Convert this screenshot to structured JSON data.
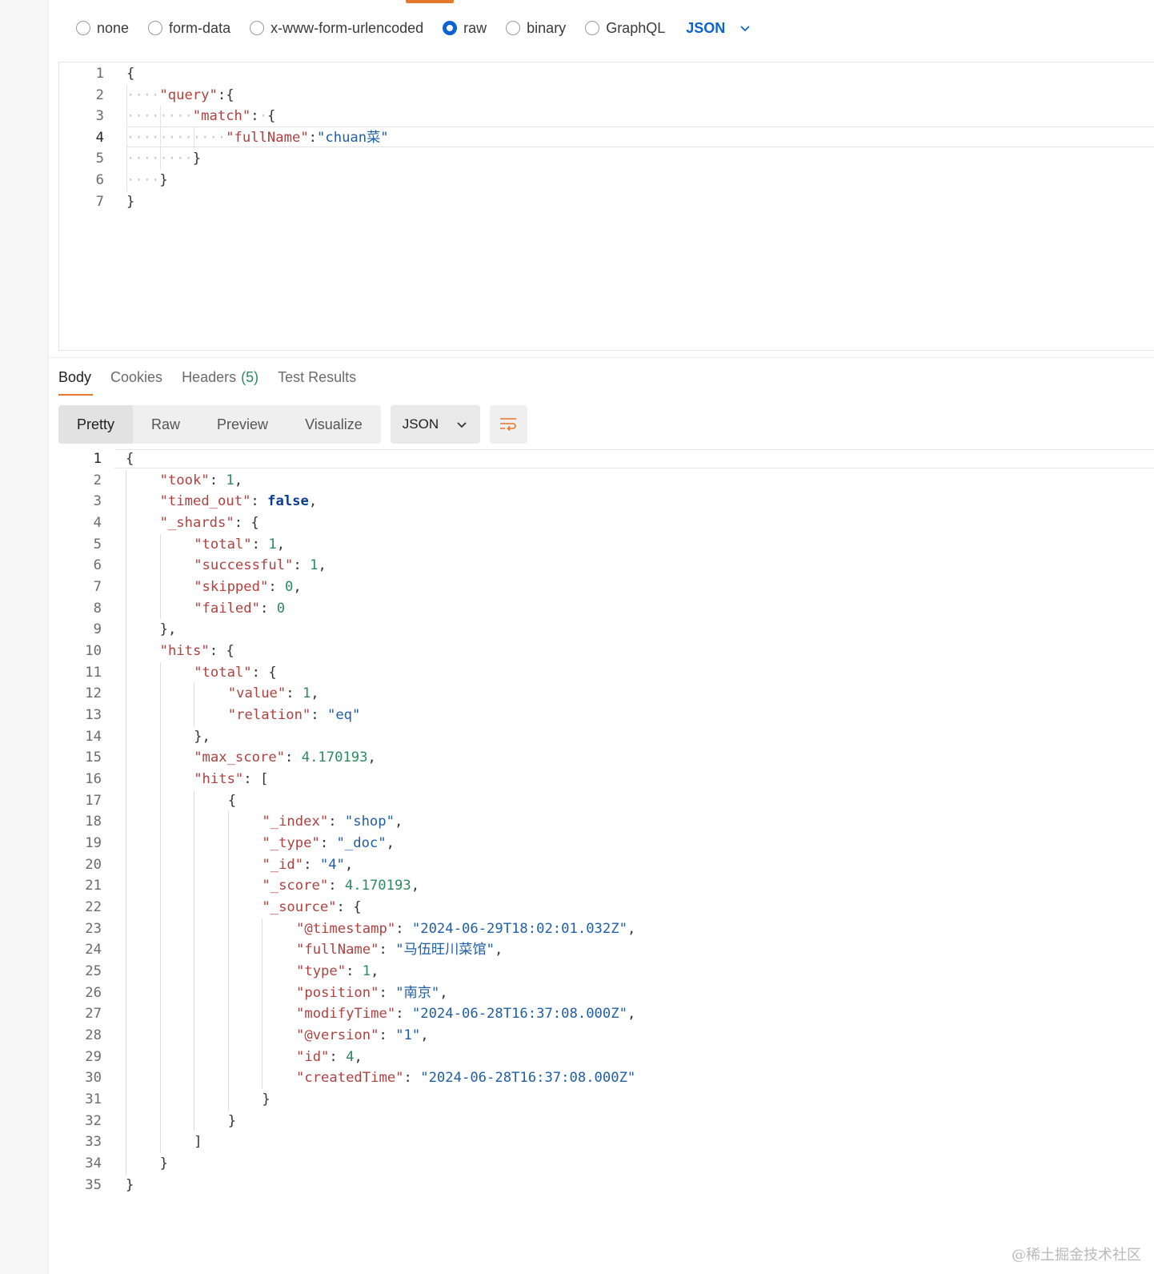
{
  "request_body": {
    "types": [
      {
        "label": "none",
        "selected": false
      },
      {
        "label": "form-data",
        "selected": false
      },
      {
        "label": "x-www-form-urlencoded",
        "selected": false
      },
      {
        "label": "raw",
        "selected": true
      },
      {
        "label": "binary",
        "selected": false
      },
      {
        "label": "GraphQL",
        "selected": false
      }
    ],
    "language": "JSON",
    "lines": [
      {
        "num": "1",
        "tokens": [
          {
            "t": "{",
            "c": "p"
          }
        ]
      },
      {
        "num": "2",
        "tokens": [
          {
            "t": "····",
            "c": "dots"
          },
          {
            "t": "\"query\"",
            "c": "k"
          },
          {
            "t": ":{",
            "c": "p"
          }
        ]
      },
      {
        "num": "3",
        "tokens": [
          {
            "t": "········",
            "c": "dots"
          },
          {
            "t": "\"match\"",
            "c": "k"
          },
          {
            "t": ":",
            "c": "p"
          },
          {
            "t": "·",
            "c": "dots"
          },
          {
            "t": "{",
            "c": "p"
          }
        ]
      },
      {
        "num": "4",
        "tokens": [
          {
            "t": "············",
            "c": "dots"
          },
          {
            "t": "\"fullName\"",
            "c": "k"
          },
          {
            "t": ":",
            "c": "p"
          },
          {
            "t": "\"chuan菜\"",
            "c": "s"
          }
        ]
      },
      {
        "num": "5",
        "tokens": [
          {
            "t": "········",
            "c": "dots"
          },
          {
            "t": "}",
            "c": "p"
          }
        ]
      },
      {
        "num": "6",
        "tokens": [
          {
            "t": "····",
            "c": "dots"
          },
          {
            "t": "}",
            "c": "p"
          }
        ]
      },
      {
        "num": "7",
        "tokens": [
          {
            "t": "}",
            "c": "p"
          }
        ]
      }
    ]
  },
  "response": {
    "tabs": [
      {
        "label": "Body",
        "count": "",
        "active": true
      },
      {
        "label": "Cookies",
        "count": "",
        "active": false
      },
      {
        "label": "Headers",
        "count": "(5)",
        "active": false
      },
      {
        "label": "Test Results",
        "count": "",
        "active": false
      }
    ],
    "views": [
      "Pretty",
      "Raw",
      "Preview",
      "Visualize"
    ],
    "format": "JSON",
    "lines": [
      {
        "num": "1",
        "indent": 0,
        "tokens": [
          {
            "t": "{",
            "c": "p"
          }
        ]
      },
      {
        "num": "2",
        "indent": 1,
        "tokens": [
          {
            "t": "\"took\"",
            "c": "k"
          },
          {
            "t": ": ",
            "c": "p"
          },
          {
            "t": "1",
            "c": "n"
          },
          {
            "t": ",",
            "c": "p"
          }
        ]
      },
      {
        "num": "3",
        "indent": 1,
        "tokens": [
          {
            "t": "\"timed_out\"",
            "c": "k"
          },
          {
            "t": ": ",
            "c": "p"
          },
          {
            "t": "false",
            "c": "b"
          },
          {
            "t": ",",
            "c": "p"
          }
        ]
      },
      {
        "num": "4",
        "indent": 1,
        "tokens": [
          {
            "t": "\"_shards\"",
            "c": "k"
          },
          {
            "t": ": {",
            "c": "p"
          }
        ]
      },
      {
        "num": "5",
        "indent": 2,
        "tokens": [
          {
            "t": "\"total\"",
            "c": "k"
          },
          {
            "t": ": ",
            "c": "p"
          },
          {
            "t": "1",
            "c": "n"
          },
          {
            "t": ",",
            "c": "p"
          }
        ]
      },
      {
        "num": "6",
        "indent": 2,
        "tokens": [
          {
            "t": "\"successful\"",
            "c": "k"
          },
          {
            "t": ": ",
            "c": "p"
          },
          {
            "t": "1",
            "c": "n"
          },
          {
            "t": ",",
            "c": "p"
          }
        ]
      },
      {
        "num": "7",
        "indent": 2,
        "tokens": [
          {
            "t": "\"skipped\"",
            "c": "k"
          },
          {
            "t": ": ",
            "c": "p"
          },
          {
            "t": "0",
            "c": "n"
          },
          {
            "t": ",",
            "c": "p"
          }
        ]
      },
      {
        "num": "8",
        "indent": 2,
        "tokens": [
          {
            "t": "\"failed\"",
            "c": "k"
          },
          {
            "t": ": ",
            "c": "p"
          },
          {
            "t": "0",
            "c": "n"
          }
        ]
      },
      {
        "num": "9",
        "indent": 1,
        "tokens": [
          {
            "t": "},",
            "c": "p"
          }
        ]
      },
      {
        "num": "10",
        "indent": 1,
        "tokens": [
          {
            "t": "\"hits\"",
            "c": "k"
          },
          {
            "t": ": {",
            "c": "p"
          }
        ]
      },
      {
        "num": "11",
        "indent": 2,
        "tokens": [
          {
            "t": "\"total\"",
            "c": "k"
          },
          {
            "t": ": {",
            "c": "p"
          }
        ]
      },
      {
        "num": "12",
        "indent": 3,
        "tokens": [
          {
            "t": "\"value\"",
            "c": "k"
          },
          {
            "t": ": ",
            "c": "p"
          },
          {
            "t": "1",
            "c": "n"
          },
          {
            "t": ",",
            "c": "p"
          }
        ]
      },
      {
        "num": "13",
        "indent": 3,
        "tokens": [
          {
            "t": "\"relation\"",
            "c": "k"
          },
          {
            "t": ": ",
            "c": "p"
          },
          {
            "t": "\"eq\"",
            "c": "s"
          }
        ]
      },
      {
        "num": "14",
        "indent": 2,
        "tokens": [
          {
            "t": "},",
            "c": "p"
          }
        ]
      },
      {
        "num": "15",
        "indent": 2,
        "tokens": [
          {
            "t": "\"max_score\"",
            "c": "k"
          },
          {
            "t": ": ",
            "c": "p"
          },
          {
            "t": "4.170193",
            "c": "n"
          },
          {
            "t": ",",
            "c": "p"
          }
        ]
      },
      {
        "num": "16",
        "indent": 2,
        "tokens": [
          {
            "t": "\"hits\"",
            "c": "k"
          },
          {
            "t": ": [",
            "c": "p"
          }
        ]
      },
      {
        "num": "17",
        "indent": 3,
        "tokens": [
          {
            "t": "{",
            "c": "p"
          }
        ]
      },
      {
        "num": "18",
        "indent": 4,
        "tokens": [
          {
            "t": "\"_index\"",
            "c": "k"
          },
          {
            "t": ": ",
            "c": "p"
          },
          {
            "t": "\"shop\"",
            "c": "s"
          },
          {
            "t": ",",
            "c": "p"
          }
        ]
      },
      {
        "num": "19",
        "indent": 4,
        "tokens": [
          {
            "t": "\"_type\"",
            "c": "k"
          },
          {
            "t": ": ",
            "c": "p"
          },
          {
            "t": "\"_doc\"",
            "c": "s"
          },
          {
            "t": ",",
            "c": "p"
          }
        ]
      },
      {
        "num": "20",
        "indent": 4,
        "tokens": [
          {
            "t": "\"_id\"",
            "c": "k"
          },
          {
            "t": ": ",
            "c": "p"
          },
          {
            "t": "\"4\"",
            "c": "s"
          },
          {
            "t": ",",
            "c": "p"
          }
        ]
      },
      {
        "num": "21",
        "indent": 4,
        "tokens": [
          {
            "t": "\"_score\"",
            "c": "k"
          },
          {
            "t": ": ",
            "c": "p"
          },
          {
            "t": "4.170193",
            "c": "n"
          },
          {
            "t": ",",
            "c": "p"
          }
        ]
      },
      {
        "num": "22",
        "indent": 4,
        "tokens": [
          {
            "t": "\"_source\"",
            "c": "k"
          },
          {
            "t": ": {",
            "c": "p"
          }
        ]
      },
      {
        "num": "23",
        "indent": 5,
        "tokens": [
          {
            "t": "\"@timestamp\"",
            "c": "k"
          },
          {
            "t": ": ",
            "c": "p"
          },
          {
            "t": "\"2024-06-29T18:02:01.032Z\"",
            "c": "s"
          },
          {
            "t": ",",
            "c": "p"
          }
        ]
      },
      {
        "num": "24",
        "indent": 5,
        "tokens": [
          {
            "t": "\"fullName\"",
            "c": "k"
          },
          {
            "t": ": ",
            "c": "p"
          },
          {
            "t": "\"马伍旺川菜馆\"",
            "c": "s"
          },
          {
            "t": ",",
            "c": "p"
          }
        ]
      },
      {
        "num": "25",
        "indent": 5,
        "tokens": [
          {
            "t": "\"type\"",
            "c": "k"
          },
          {
            "t": ": ",
            "c": "p"
          },
          {
            "t": "1",
            "c": "n"
          },
          {
            "t": ",",
            "c": "p"
          }
        ]
      },
      {
        "num": "26",
        "indent": 5,
        "tokens": [
          {
            "t": "\"position\"",
            "c": "k"
          },
          {
            "t": ": ",
            "c": "p"
          },
          {
            "t": "\"南京\"",
            "c": "s"
          },
          {
            "t": ",",
            "c": "p"
          }
        ]
      },
      {
        "num": "27",
        "indent": 5,
        "tokens": [
          {
            "t": "\"modifyTime\"",
            "c": "k"
          },
          {
            "t": ": ",
            "c": "p"
          },
          {
            "t": "\"2024-06-28T16:37:08.000Z\"",
            "c": "s"
          },
          {
            "t": ",",
            "c": "p"
          }
        ]
      },
      {
        "num": "28",
        "indent": 5,
        "tokens": [
          {
            "t": "\"@version\"",
            "c": "k"
          },
          {
            "t": ": ",
            "c": "p"
          },
          {
            "t": "\"1\"",
            "c": "s"
          },
          {
            "t": ",",
            "c": "p"
          }
        ]
      },
      {
        "num": "29",
        "indent": 5,
        "tokens": [
          {
            "t": "\"id\"",
            "c": "k"
          },
          {
            "t": ": ",
            "c": "p"
          },
          {
            "t": "4",
            "c": "n"
          },
          {
            "t": ",",
            "c": "p"
          }
        ]
      },
      {
        "num": "30",
        "indent": 5,
        "tokens": [
          {
            "t": "\"createdTime\"",
            "c": "k"
          },
          {
            "t": ": ",
            "c": "p"
          },
          {
            "t": "\"2024-06-28T16:37:08.000Z\"",
            "c": "s"
          }
        ]
      },
      {
        "num": "31",
        "indent": 4,
        "tokens": [
          {
            "t": "}",
            "c": "p"
          }
        ]
      },
      {
        "num": "32",
        "indent": 3,
        "tokens": [
          {
            "t": "}",
            "c": "p"
          }
        ]
      },
      {
        "num": "33",
        "indent": 2,
        "tokens": [
          {
            "t": "]",
            "c": "p"
          }
        ]
      },
      {
        "num": "34",
        "indent": 1,
        "tokens": [
          {
            "t": "}",
            "c": "p"
          }
        ]
      },
      {
        "num": "35",
        "indent": 0,
        "tokens": [
          {
            "t": "}",
            "c": "p"
          }
        ]
      }
    ]
  },
  "watermark": "@稀土掘金技术社区",
  "colors": {
    "accent": "#e8772e",
    "selected_radio": "#0b63d4",
    "json_key": "#b0413e",
    "json_string": "#1f5ea8",
    "json_number": "#2d8a5e"
  }
}
